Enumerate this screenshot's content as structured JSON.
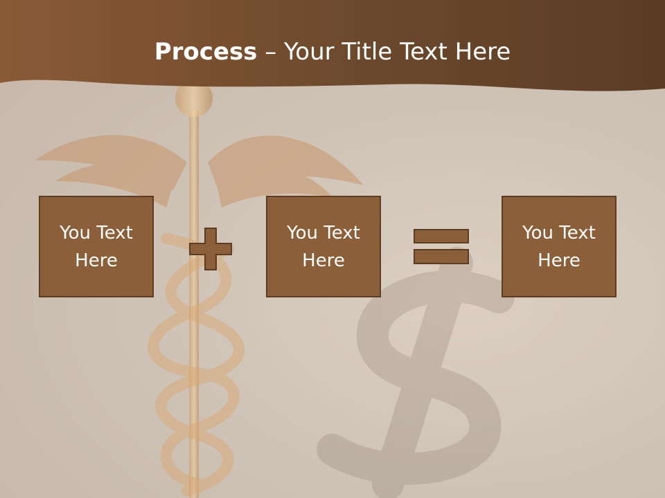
{
  "slide": {
    "title_bold": "Process",
    "title_rest": " – Your Title Text Here"
  },
  "boxes": [
    {
      "text": "You Text Here"
    },
    {
      "text": "You Text Here"
    },
    {
      "text": "You Text Here"
    }
  ],
  "operators": {
    "first": "plus-icon",
    "second": "equals-icon"
  },
  "colors": {
    "header": "#6e4a2e",
    "box_fill": "#8a5f3a",
    "box_border": "#5c3c22",
    "background": "#cfc3b7",
    "text": "#ffffff"
  }
}
